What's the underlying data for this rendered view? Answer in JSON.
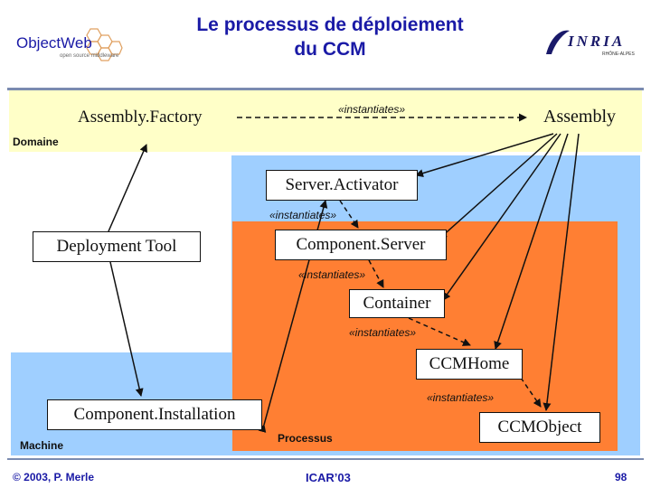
{
  "title": {
    "line1": "Le processus de déploiement",
    "line2": "du CCM"
  },
  "logos": {
    "objectweb": "ObjectWeb",
    "objectweb_tagline": "open source middleware",
    "inria": "INRIA",
    "inria_sub": "RHÔNE-ALPES"
  },
  "zones": {
    "domaine": "Domaine",
    "machine": "Machine",
    "processus": "Processus"
  },
  "nodes": {
    "assembly_factory": "Assembly.Factory",
    "assembly": "Assembly",
    "server_activator": "Server.Activator",
    "deployment_tool": "Deployment Tool",
    "component_server": "Component.Server",
    "container": "Container",
    "ccm_home": "CCMHome",
    "component_installation": "Component.Installation",
    "ccm_object": "CCMObject"
  },
  "relation_label": "«instantiates»",
  "footer": {
    "copyright": "© 2003, P. Merle",
    "conference": "ICAR’03",
    "page": "98"
  },
  "colors": {
    "title": "#1a1aa6",
    "domaine_band": "#ffffc8",
    "machine_band": "#9fcfff",
    "process_band": "#ff7f33"
  }
}
